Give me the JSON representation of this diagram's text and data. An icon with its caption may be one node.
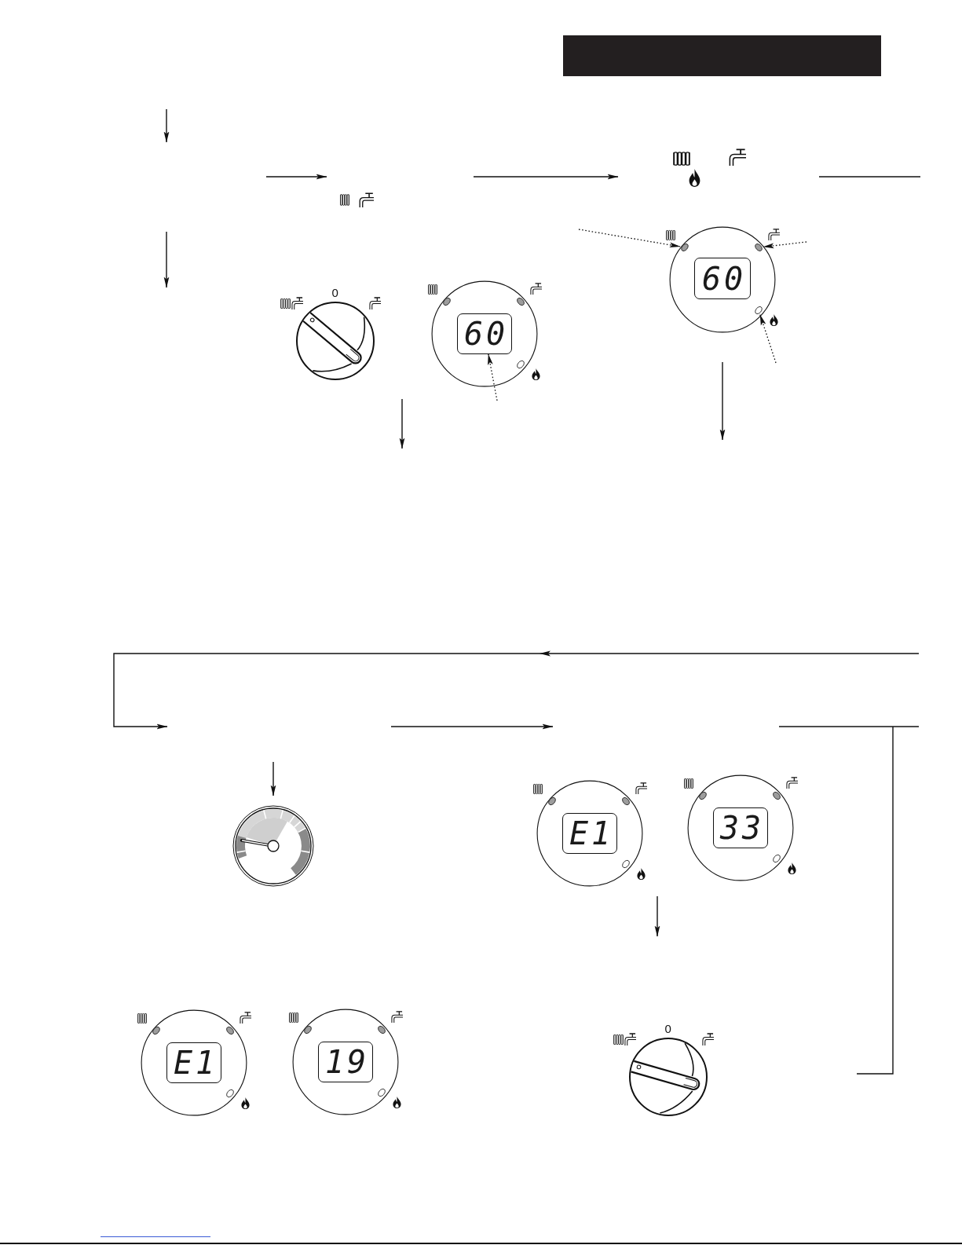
{
  "diagram": {
    "nodes": [
      {
        "text": [],
        "shape": "bar"
      },
      {
        "text": [
          "0"
        ]
      },
      {
        "text": [],
        "shape": "circle"
      },
      {
        "text": [
          "60"
        ],
        "in": 2
      },
      {
        "text": [],
        "shape": "circle"
      },
      {
        "text": [],
        "shape": "circle",
        "in": 4
      },
      {
        "text": [],
        "shape": "circle",
        "in": 4
      },
      {
        "text": [
          "60"
        ],
        "in": 4
      },
      {
        "text": [],
        "shape": "circle",
        "in": 4
      },
      {
        "text": [],
        "shape": "picture"
      },
      {
        "text": [],
        "shape": "circle"
      },
      {
        "text": [
          "E1"
        ],
        "in": 10
      },
      {
        "text": [],
        "shape": "circle"
      },
      {
        "text": [
          "33"
        ],
        "in": 12
      },
      {
        "text": [],
        "shape": "circle"
      },
      {
        "text": [
          "E1"
        ],
        "in": 14
      },
      {
        "text": [],
        "shape": "circle"
      },
      {
        "text": [
          "19"
        ],
        "in": 16
      },
      {
        "text": [
          "0"
        ]
      }
    ],
    "edges": [
      {
        "from": null,
        "to": 5,
        "arrow": "to",
        "style": "dashed"
      },
      {
        "from": null,
        "to": 6,
        "arrow": "to",
        "style": "dashed"
      },
      {
        "from": null,
        "to": 8,
        "arrow": "to",
        "style": "dashed"
      },
      {
        "from": null,
        "to": 3,
        "arrow": "to",
        "style": "dashed"
      },
      {
        "from": null,
        "to": 9,
        "arrow": "to"
      }
    ]
  }
}
